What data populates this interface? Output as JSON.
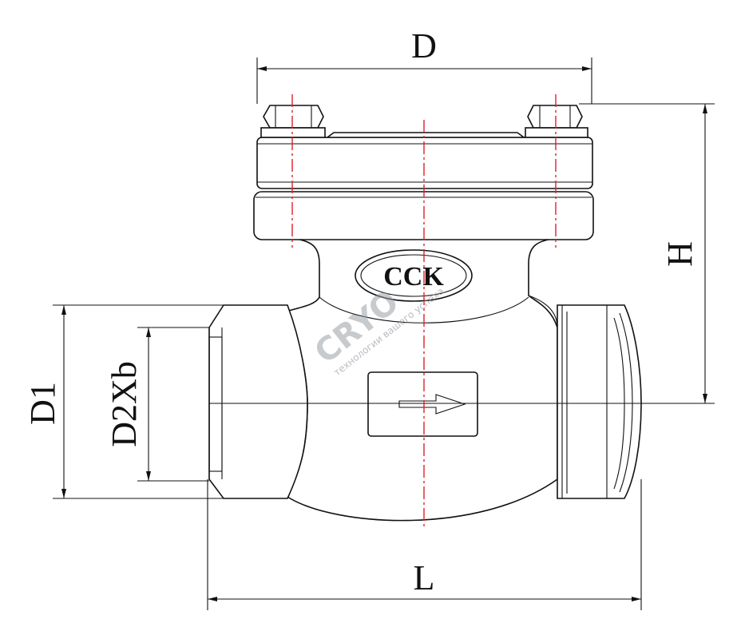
{
  "drawing": {
    "brand_mark": "CCK",
    "dimensions": {
      "top_width": "D",
      "height": "H",
      "outer_diameter": "D1",
      "thread": "D2Xb",
      "length": "L"
    },
    "watermark": {
      "brand": "CRYO",
      "tagline": "технологии вашего успеха"
    },
    "colors": {
      "outline": "#111111",
      "centerline": "#e0202a",
      "watermark": "#9aa0a6"
    }
  }
}
